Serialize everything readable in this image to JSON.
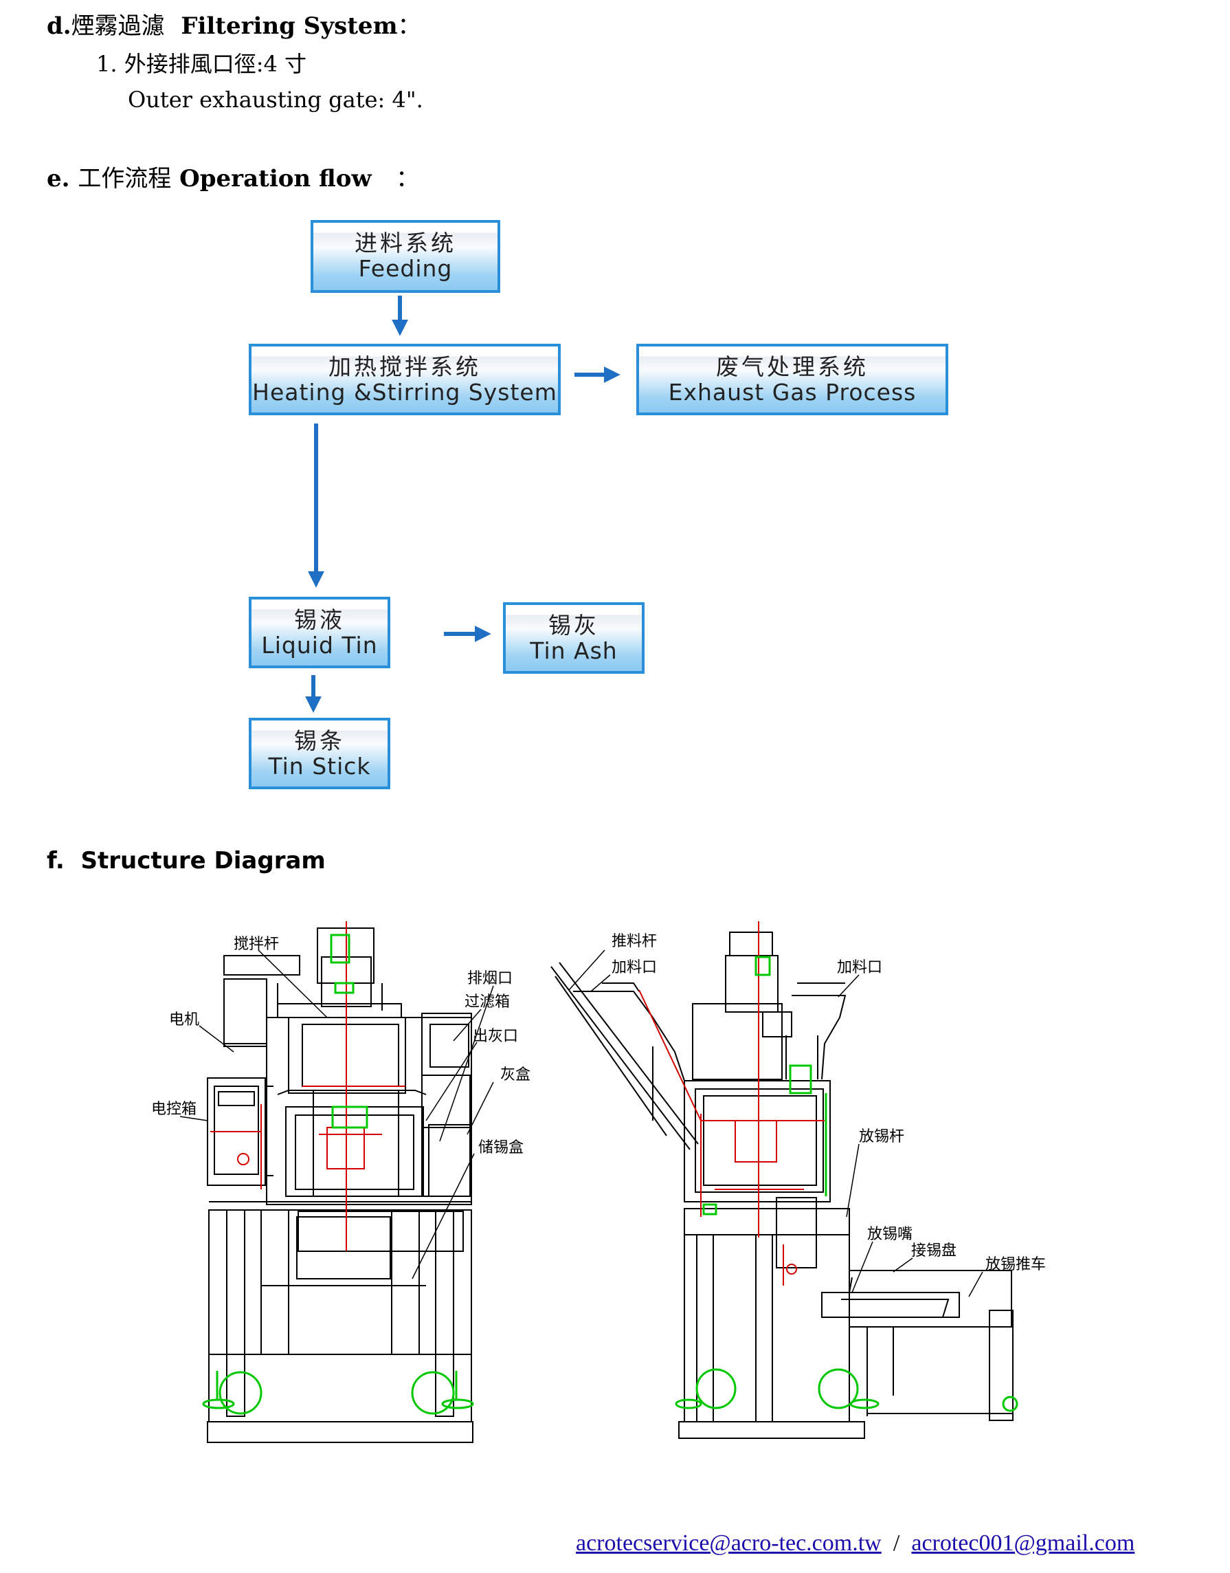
{
  "sections": {
    "d": {
      "prefix": "d.",
      "title_cjk": "煙霧過濾",
      "title_en": "Filtering System",
      "colon": "：",
      "item_num": "1.",
      "item_cjk": "外接排風口徑:4 寸",
      "item_en": "Outer exhausting gate: 4\"."
    },
    "e": {
      "prefix": "e.",
      "title_cjk": "工作流程",
      "title_en": "Operation flow",
      "colon": "："
    },
    "f": {
      "prefix": "f.",
      "title_en": "Structure Diagram"
    }
  },
  "flow": {
    "feeding": {
      "cn": "进料系统",
      "en": "Feeding"
    },
    "heating": {
      "cn": "加热搅拌系统",
      "en": "Heating &Stirring System"
    },
    "exhaust": {
      "cn": "废气处理系统",
      "en": "Exhaust Gas Process"
    },
    "liquid": {
      "cn": "锡液",
      "en": "Liquid Tin"
    },
    "ash": {
      "cn": "锡灰",
      "en": "Tin Ash"
    },
    "stick": {
      "cn": "锡条",
      "en": "Tin Stick"
    },
    "arrow_color": "#1f6fc4"
  },
  "diagram": {
    "left": {
      "stir_rod": "搅拌杆",
      "motor": "电机",
      "control_box": "电控箱",
      "smoke_outlet": "排烟口",
      "filter_box": "过滤箱",
      "ash_outlet": "出灰口",
      "ash_box": "灰盒",
      "tin_storage": "储锡盒"
    },
    "right": {
      "push_rod": "推料杆",
      "feed_port_left": "加料口",
      "feed_port_right": "加料口",
      "release_rod": "放锡杆",
      "release_nozzle": "放锡嘴",
      "tin_tray": "接锡盘",
      "tin_cart": "放锡推车"
    },
    "colors": {
      "frame": "#000000",
      "axis": "#d40000",
      "fitting": "#00c800"
    }
  },
  "footer": {
    "email1": "acrotecservice@acro-tec.com.tw",
    "sep": "/",
    "email2": "acrotec001@gmail.com"
  }
}
